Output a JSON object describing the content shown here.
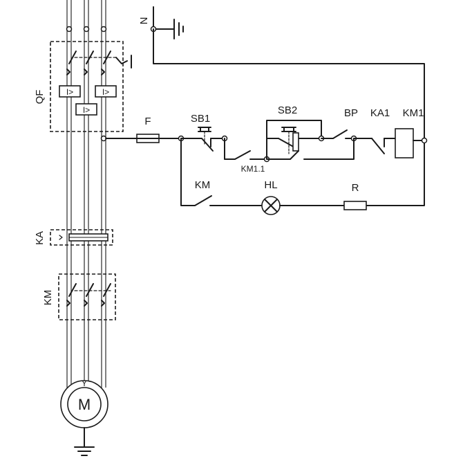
{
  "labels": {
    "neutral": "N",
    "breaker": "QF",
    "fuse": "F",
    "stop_button": "SB1",
    "start_button": "SB2",
    "contact_km11": "KM1.1",
    "bp": "BP",
    "ka1": "KA1",
    "km1_coil": "KM1",
    "km_contact": "KM",
    "lamp": "HL",
    "resistor": "R",
    "relay_block": "KA",
    "contactor_block": "KM",
    "motor": "M",
    "motor_y": "Y",
    "trip_symbol": "I>"
  },
  "colors": {
    "ink": "#1a1a1a",
    "background": "#ffffff"
  }
}
